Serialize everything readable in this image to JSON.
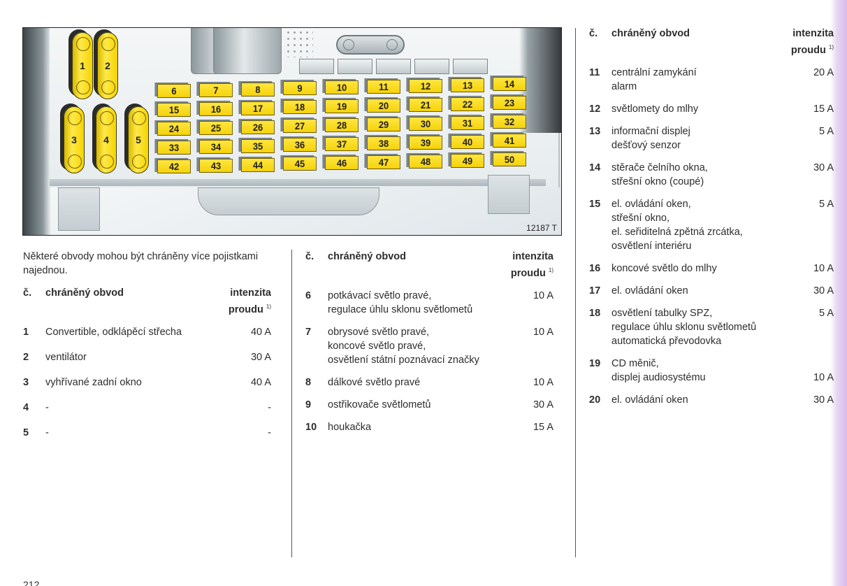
{
  "figure": {
    "code": "12187 T",
    "big_fuses": [
      "1",
      "2",
      "3",
      "4",
      "5"
    ],
    "mini_fuse_rows": [
      [
        "6",
        "7",
        "8",
        "9",
        "10",
        "11",
        "12",
        "13",
        "14"
      ],
      [
        "15",
        "16",
        "17",
        "18",
        "19",
        "20",
        "21",
        "22",
        "23"
      ],
      [
        "24",
        "25",
        "26",
        "27",
        "28",
        "29",
        "30",
        "31",
        "32"
      ],
      [
        "33",
        "34",
        "35",
        "36",
        "37",
        "38",
        "39",
        "40",
        "41"
      ],
      [
        "42",
        "43",
        "44",
        "45",
        "46",
        "47",
        "48",
        "49",
        "50"
      ]
    ],
    "fuse_color": "#f5d20a"
  },
  "intro_note": "Některé obvody mohou být chráněny více pojistkami najednou.",
  "table_header": {
    "number": "č.",
    "circuit": "chráněný obvod",
    "current_line1": "intenzita",
    "current_line2": "proudu",
    "footnote_mark": "1)"
  },
  "columns": [
    {
      "rows": [
        {
          "number": "1",
          "circuit": "Convertible, odklápěcí střecha",
          "current": "40 A"
        },
        {
          "number": "2",
          "circuit": "ventilátor",
          "current": "30 A"
        },
        {
          "number": "3",
          "circuit": "vyhřívané zadní okno",
          "current": "40 A"
        },
        {
          "number": "4",
          "circuit": "-",
          "current": "-"
        },
        {
          "number": "5",
          "circuit": "-",
          "current": "-"
        }
      ]
    },
    {
      "rows": [
        {
          "number": "6",
          "circuit": "potkávací světlo pravé,\nregulace úhlu sklonu světlometů",
          "current": "10 A"
        },
        {
          "number": "7",
          "circuit": "obrysové světlo pravé,\nkoncové světlo pravé,\nosvětlení státní poznávací značky",
          "current": "10 A"
        },
        {
          "number": "8",
          "circuit": "dálkové světlo pravé",
          "current": "10 A"
        },
        {
          "number": "9",
          "circuit": "ostřikovače světlometů",
          "current": "30 A"
        },
        {
          "number": "10",
          "circuit": "houkačka",
          "current": "15 A"
        }
      ]
    },
    {
      "rows": [
        {
          "number": "11",
          "circuit": "centrální zamykání\nalarm",
          "current": "20 A"
        },
        {
          "number": "12",
          "circuit": "světlomety do mlhy",
          "current": "15 A"
        },
        {
          "number": "13",
          "circuit": "informační displej\ndešťový senzor",
          "current": "5 A"
        },
        {
          "number": "14",
          "circuit": "stěrače čelního okna,\nstřešní okno (coupé)",
          "current": "30 A"
        },
        {
          "number": "15",
          "circuit": "el. ovládání oken,\nstřešní okno,\nel. seřiditelná zpětná zrcátka,\nosvětlení interiéru",
          "current": "5 A"
        },
        {
          "number": "16",
          "circuit": "koncové světlo do mlhy",
          "current": "10 A"
        },
        {
          "number": "17",
          "circuit": "el. ovládání oken",
          "current": "30 A"
        },
        {
          "number": "18",
          "circuit": "osvětlení tabulky SPZ,\nregulace úhlu sklonu světlometů\nautomatická převodovka",
          "current": "5 A"
        },
        {
          "number": "19",
          "circuit": "CD měnič,\ndisplej audiosystému",
          "current": "10 A",
          "current_on_last_line": true
        },
        {
          "number": "20",
          "circuit": "el. ovládání oken",
          "current": "30 A"
        }
      ]
    }
  ],
  "page_number": "212"
}
